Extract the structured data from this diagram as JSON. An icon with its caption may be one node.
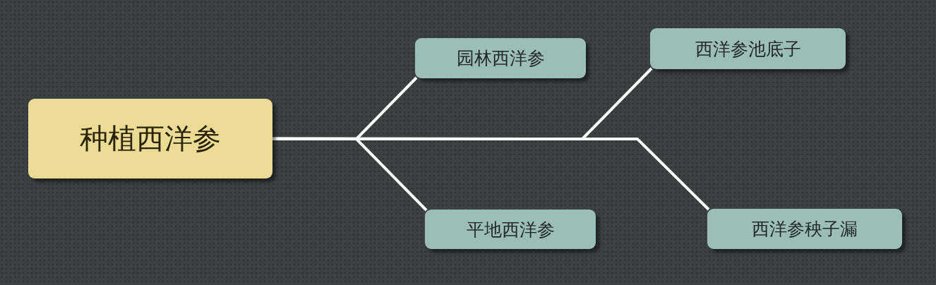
{
  "diagram": {
    "nodes": [
      {
        "text": [
          "种植西洋参"
        ]
      },
      {
        "text": [
          "园林西洋参"
        ]
      },
      {
        "text": [
          "西洋参池底子"
        ]
      },
      {
        "text": [
          "平地西洋参"
        ]
      },
      {
        "text": [
          "西洋参秧子漏"
        ]
      }
    ],
    "edges": [
      {
        "from": 0,
        "to": 1,
        "arrow": "none"
      },
      {
        "from": 0,
        "to": 3,
        "arrow": "none"
      },
      {
        "from": 0,
        "to": 2,
        "arrow": "none"
      },
      {
        "from": 0,
        "to": 4,
        "arrow": "none"
      }
    ]
  }
}
